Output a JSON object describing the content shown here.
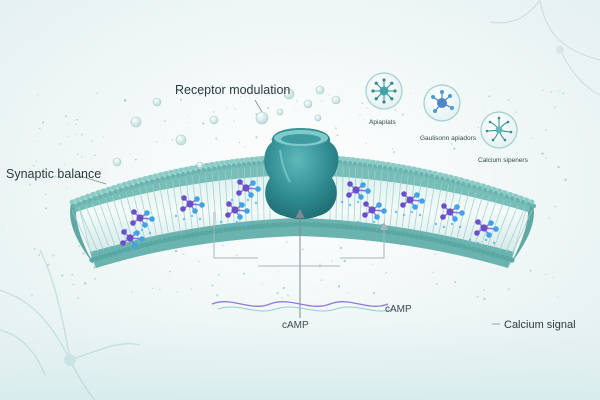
{
  "labels": {
    "receptor_modulation": "Receptor modulation",
    "synaptic_balance": "Synaptic balance",
    "apiaplats": "Apiaplats",
    "gaulisonn_apiadors": "Gaulisonn apiadors",
    "calcium_sipeners": "Calcium sipeners",
    "camp_bottom": "cAMP",
    "camp_right": "cAMP",
    "calcium_signal": "Calcium signal"
  },
  "colors": {
    "background": "#f4f8f8",
    "membrane_head": "#6fb7b2",
    "membrane_tail": "#cde8e6",
    "receptor": "#2f8c91",
    "molecule_purple": "#6a4fc9",
    "molecule_blue": "#3fa3e6",
    "wave_purple": "#8d7ad6",
    "wave_teal": "#7bc3c0"
  },
  "icons": {
    "circle_1": "neuron-network-icon",
    "circle_2": "molecule-atom-icon",
    "circle_3": "branching-neuron-icon"
  }
}
